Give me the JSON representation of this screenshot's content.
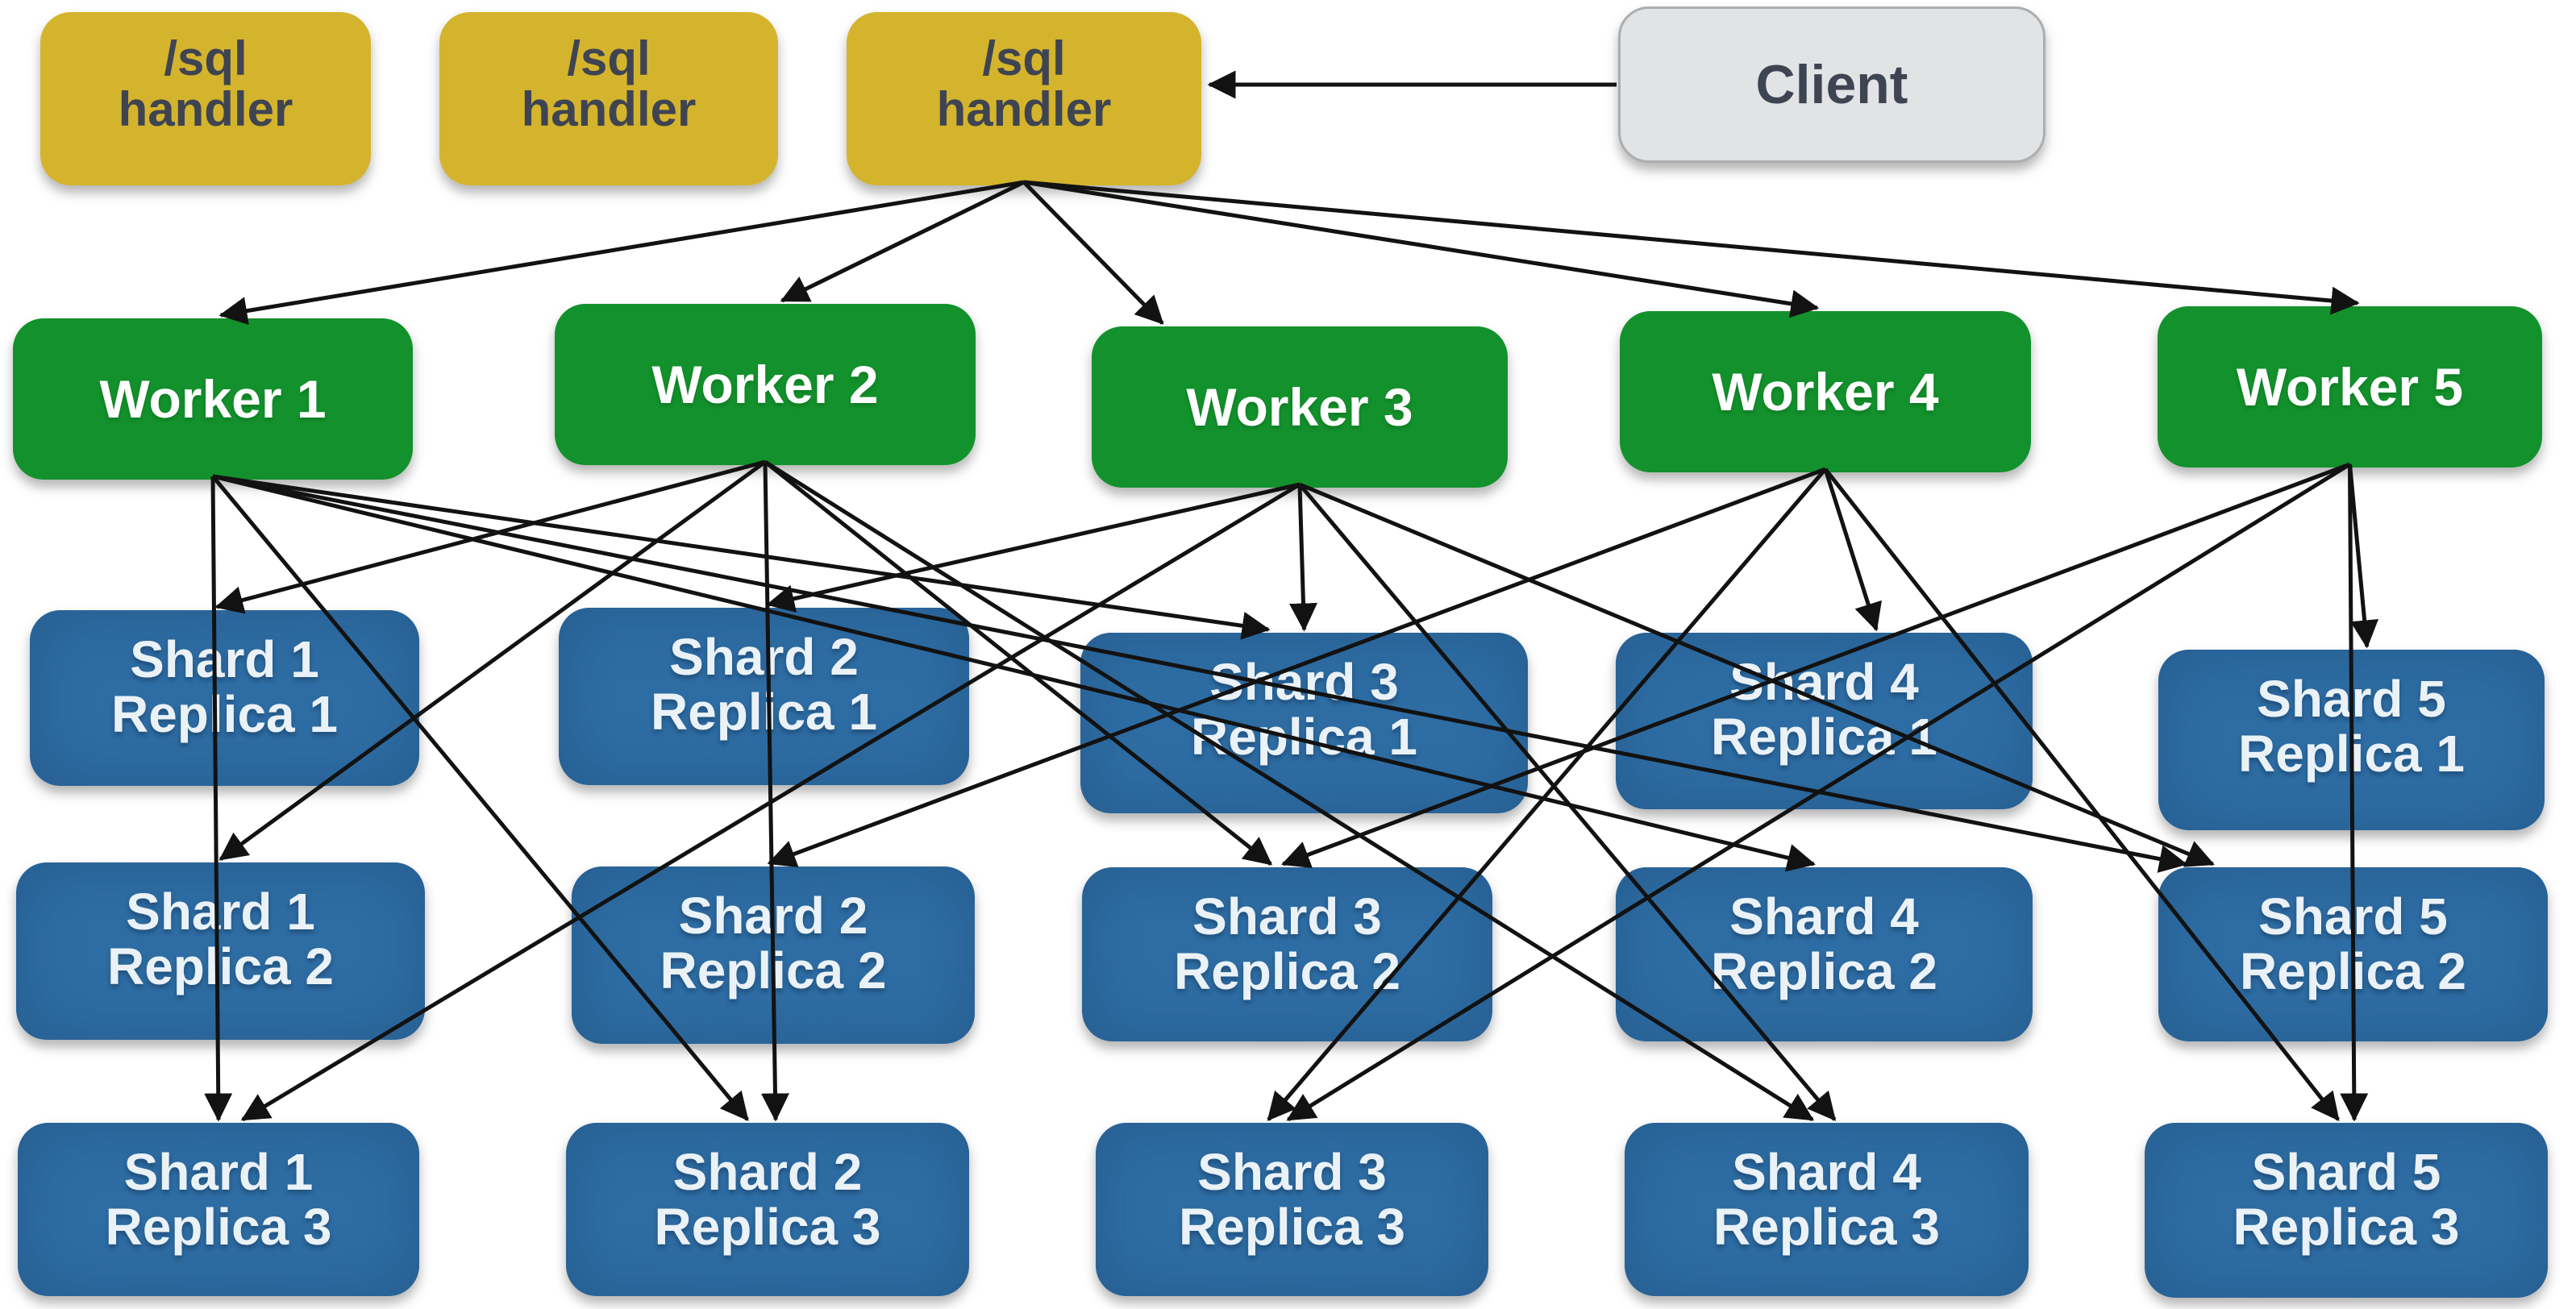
{
  "diagram": {
    "client": {
      "id": "client",
      "label": "Client"
    },
    "handlers": [
      {
        "id": "handler-1",
        "label": "/sql\nhandler"
      },
      {
        "id": "handler-2",
        "label": "/sql\nhandler"
      },
      {
        "id": "handler-3",
        "label": "/sql\nhandler"
      }
    ],
    "workers": [
      {
        "id": "worker-1",
        "label": "Worker 1"
      },
      {
        "id": "worker-2",
        "label": "Worker 2"
      },
      {
        "id": "worker-3",
        "label": "Worker 3"
      },
      {
        "id": "worker-4",
        "label": "Worker 4"
      },
      {
        "id": "worker-5",
        "label": "Worker 5"
      }
    ],
    "shards": [
      {
        "id": "shard-1-replica-1",
        "label": "Shard 1\nReplica 1"
      },
      {
        "id": "shard-2-replica-1",
        "label": "Shard 2\nReplica 1"
      },
      {
        "id": "shard-3-replica-1",
        "label": "Shard 3\nReplica 1"
      },
      {
        "id": "shard-4-replica-1",
        "label": "Shard 4\nReplica 1"
      },
      {
        "id": "shard-5-replica-1",
        "label": "Shard 5\nReplica 1"
      },
      {
        "id": "shard-1-replica-2",
        "label": "Shard 1\nReplica 2"
      },
      {
        "id": "shard-2-replica-2",
        "label": "Shard 2\nReplica 2"
      },
      {
        "id": "shard-3-replica-2",
        "label": "Shard 3\nReplica 2"
      },
      {
        "id": "shard-4-replica-2",
        "label": "Shard 4\nReplica 2"
      },
      {
        "id": "shard-5-replica-2",
        "label": "Shard 5\nReplica 2"
      },
      {
        "id": "shard-1-replica-3",
        "label": "Shard 1\nReplica 3"
      },
      {
        "id": "shard-2-replica-3",
        "label": "Shard 2\nReplica 3"
      },
      {
        "id": "shard-3-replica-3",
        "label": "Shard 3\nReplica 3"
      },
      {
        "id": "shard-4-replica-3",
        "label": "Shard 4\nReplica 3"
      },
      {
        "id": "shard-5-replica-3",
        "label": "Shard 5\nReplica 3"
      }
    ],
    "colors": {
      "handler_fill": "#D5B42D",
      "handler_text": "#3E4451",
      "worker_fill": "#13912C",
      "worker_text": "#FFFFFF",
      "shard_fill": "#2E6DA4",
      "shard_text": "#EAF2F7",
      "client_fill": "#E2E3E4",
      "client_border": "#ABAEB1",
      "arrow": "#121212",
      "background": "#FFFFFF"
    },
    "layout": {
      "nodes": {
        "handler-1": [
          50,
          15,
          410,
          215
        ],
        "handler-2": [
          545,
          15,
          420,
          215
        ],
        "handler-3": [
          1050,
          15,
          440,
          215
        ],
        "client": [
          2007,
          8,
          530,
          194
        ],
        "worker-1": [
          16,
          395,
          496,
          200
        ],
        "worker-2": [
          688,
          377,
          522,
          200
        ],
        "worker-3": [
          1354,
          405,
          516,
          200
        ],
        "worker-4": [
          2009,
          386,
          510,
          200
        ],
        "worker-5": [
          2676,
          380,
          477,
          200
        ],
        "shard-1-replica-1": [
          37,
          757,
          483,
          218
        ],
        "shard-2-replica-1": [
          693,
          754,
          509,
          220
        ],
        "shard-3-replica-1": [
          1340,
          785,
          555,
          224
        ],
        "shard-4-replica-1": [
          2004,
          785,
          517,
          219
        ],
        "shard-5-replica-1": [
          2677,
          806,
          479,
          224
        ],
        "shard-1-replica-2": [
          20,
          1070,
          507,
          220
        ],
        "shard-2-replica-2": [
          709,
          1075,
          500,
          220
        ],
        "shard-3-replica-2": [
          1342,
          1076,
          509,
          216
        ],
        "shard-4-replica-2": [
          2004,
          1076,
          517,
          216
        ],
        "shard-5-replica-2": [
          2677,
          1076,
          483,
          216
        ],
        "shard-1-replica-3": [
          22,
          1393,
          498,
          215
        ],
        "shard-2-replica-3": [
          702,
          1393,
          500,
          215
        ],
        "shard-3-replica-3": [
          1359,
          1393,
          487,
          215
        ],
        "shard-4-replica-3": [
          2015,
          1393,
          501,
          215
        ],
        "shard-5-replica-3": [
          2660,
          1393,
          500,
          217
        ]
      },
      "client_to_handler": {
        "from": "client",
        "to": "handler-3"
      },
      "handler_to_workers": [
        {
          "from": "handler-3",
          "to": "worker-1",
          "tx": 0.52
        },
        {
          "from": "handler-3",
          "to": "worker-2",
          "tx": 0.54
        },
        {
          "from": "handler-3",
          "to": "worker-3",
          "tx": 0.17
        },
        {
          "from": "handler-3",
          "to": "worker-4",
          "tx": 0.48
        },
        {
          "from": "handler-3",
          "to": "worker-5",
          "tx": 0.52
        }
      ],
      "worker_to_shards": [
        {
          "from": "worker-1",
          "to": "shard-3-replica-1",
          "tx": 0.42
        },
        {
          "from": "worker-1",
          "to": "shard-1-replica-3",
          "tx": 0.5
        },
        {
          "from": "worker-1",
          "to": "shard-2-replica-3",
          "tx": 0.45
        },
        {
          "from": "worker-1",
          "to": "shard-4-replica-2",
          "tx": 0.475
        },
        {
          "from": "worker-1",
          "to": "shard-5-replica-2",
          "tx": 0.07
        },
        {
          "from": "worker-2",
          "to": "shard-1-replica-1",
          "tx": 0.48
        },
        {
          "from": "worker-2",
          "to": "shard-1-replica-2",
          "tx": 0.5
        },
        {
          "from": "worker-2",
          "to": "shard-3-replica-2",
          "tx": 0.46
        },
        {
          "from": "worker-2",
          "to": "shard-2-replica-3",
          "tx": 0.52
        },
        {
          "from": "worker-2",
          "to": "shard-4-replica-3",
          "tx": 0.465
        },
        {
          "from": "worker-3",
          "to": "shard-2-replica-1",
          "tx": 0.51
        },
        {
          "from": "worker-3",
          "to": "shard-3-replica-1",
          "tx": 0.5
        },
        {
          "from": "worker-3",
          "to": "shard-1-replica-3",
          "tx": 0.56
        },
        {
          "from": "worker-3",
          "to": "shard-5-replica-2",
          "tx": 0.14
        },
        {
          "from": "worker-3",
          "to": "shard-4-replica-3",
          "tx": 0.52
        },
        {
          "from": "worker-4",
          "to": "shard-4-replica-1",
          "tx": 0.625
        },
        {
          "from": "worker-4",
          "to": "shard-2-replica-2",
          "tx": 0.49
        },
        {
          "from": "worker-4",
          "to": "shard-3-replica-3",
          "tx": 0.44
        },
        {
          "from": "worker-4",
          "to": "shard-5-replica-3",
          "tx": 0.48
        },
        {
          "from": "worker-5",
          "to": "shard-5-replica-1",
          "tx": 0.54
        },
        {
          "from": "worker-5",
          "to": "shard-3-replica-2",
          "tx": 0.49
        },
        {
          "from": "worker-5",
          "to": "shard-3-replica-3",
          "tx": 0.49
        },
        {
          "from": "worker-5",
          "to": "shard-5-replica-3",
          "tx": 0.52
        }
      ]
    }
  }
}
